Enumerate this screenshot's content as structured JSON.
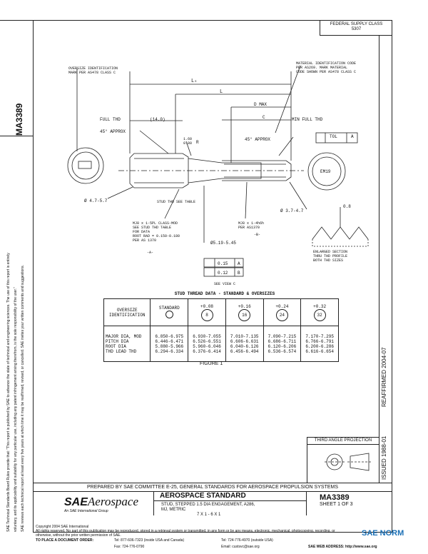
{
  "header": {
    "federal_supply_class": "FEDERAL SUPPLY CLASS",
    "fsc_code": "5307"
  },
  "left_margin": {
    "doc_number": "MA3389",
    "legal_line1": "SAE Technical Standards Board Rules provide that: \"This report is published by SAE to advance the state of technical and engineering sciences. The use of this report is entirely",
    "legal_line2": "voluntary, and its applicability and suitability for any particular use, including any patent infringement arising therefrom, is the sole responsibility of the user.\"",
    "legal_line3": "SAE reviews each technical report at least every five years at which time it may be reaffirmed, revised, or cancelled. SAE invites your written comments and suggestions."
  },
  "right_margin": {
    "reaffirmed": "REAFFIRMED 2004-07",
    "issued": "ISSUED 1988-01"
  },
  "drawing": {
    "oversize_id": "OVERSIZE IDENTIFICATION\nMARK PER AS478 CLASS C",
    "material_id": "MATERIAL IDENTIFICATION CODE\nPER AS269. MARK MATERIAL\nCODE SHOWN PER AS478 CLASS C",
    "dim_ls": "Lₛ",
    "dim_l": "L",
    "dim_d_max": "D MAX",
    "dim_c": "C",
    "full_thd": "FULL THD",
    "full_thd_len": "(14.0)",
    "min_full_thd": "MIN FULL THD",
    "approx_45_left": "45° APPROX",
    "approx_45_right": "45° APPROX",
    "radius": "1.60\n0.80",
    "radius_r": "R",
    "tol_box": "TOL",
    "tol_ref": "A",
    "material_code": "EM19",
    "dia_left": "Ø 4.7-5.7",
    "dia_right": "Ø 3.7-4.7",
    "stud_thd": "STUD THD SEE TABLE",
    "mj_left": "MJ8 x 1-5PL CLASS-MOD\nSEE STUD THD TABLE\nFOR DATA\nROOT RAD = 0.150-0.180\nPER AS 1370",
    "datum_a": "-A-",
    "mj_right": "MJ8 x 1-4h6h\nPER AS1370",
    "datum_b": "-B-",
    "dia_mid": "Ø5.19-5.45",
    "fcf1_val": "0.15",
    "fcf1_ref": "A",
    "fcf2_val": "0.12",
    "fcf2_ref": "B",
    "see_view": "SEE VIEW C",
    "enlarged": "ENLARGED SECTION\nTHRU THD PROFILE\nBOTH THD SIZES",
    "view_c_val": "0.8"
  },
  "table": {
    "title": "STUD THREAD DATA - STANDARD & OVERSIZES",
    "header_label": "OVERSIZE\nIDENTIFICATION",
    "columns": [
      {
        "label": "STANDARD",
        "mark": ""
      },
      {
        "label": "+0.08",
        "mark": "8"
      },
      {
        "label": "+0.16",
        "mark": "16"
      },
      {
        "label": "+0.24",
        "mark": "24"
      },
      {
        "label": "+0.32",
        "mark": "32"
      }
    ],
    "row_labels": "MAJOR DIA, MOD\nPITCH DIA\nROOT DIA\nTHD LEAD THD",
    "values": [
      "6.850-6.975\n6.446-6.471\n5.880-5.966\n6.294-6.334",
      "6.930-7.055\n6.526-6.551\n5.960-6.046\n6.376-6.414",
      "7.010-7.135\n6.606-6.631\n6.040-6.126\n6.456-6.494",
      "7.090-7.215\n6.686-6.711\n6.120-6.206\n6.536-6.574",
      "7.170-7.295\n6.766-6.791\n6.200-6.286\n6.616-6.654"
    ],
    "figure_label": "FIGURE 1"
  },
  "projection": {
    "label": "THIRD ANGLE PROJECTION"
  },
  "title_block": {
    "prepared_by": "PREPARED BY SAE COMMITTEE E-25, GENERAL STANDARDS FOR AEROSPACE PROPULSION SYSTEMS",
    "sae": "SAE",
    "aerospace": "Aerospace",
    "tagline": "An SAE International Group",
    "standard": "AEROSPACE STANDARD",
    "part_title": "STUD, STEPPED 1.5 DIA ENGAGEMENT, A286,\nMJ, METRIC",
    "part_sub": "7 X 1 - 6 X 1",
    "doc_number": "MA3389",
    "sheet": "SHEET 1 OF 3"
  },
  "footer": {
    "copyright": "Copyright 2004 SAE International",
    "rights": "All rights reserved. No part of this publication may be reproduced, stored in a retrieval system or transmitted, in any form or by any means, electronic, mechanical, photocopying, recording, or otherwise, without the prior written permission of SAE.",
    "order_label": "TO PLACE A DOCUMENT ORDER:",
    "tel1": "Tel: 877-606-7323 (inside USA and Canada)",
    "tel2": "Tel: 724-776-4970 (outside USA)",
    "fax": "Fax: 724-776-0790",
    "email": "Email: custsvc@sae.org",
    "web": "SAE WEB ADDRESS: http://www.sae.org",
    "sae_norm_mark": "SAE NORM"
  },
  "colors": {
    "line": "#222222",
    "sae_norm": "#1a6fb5"
  }
}
